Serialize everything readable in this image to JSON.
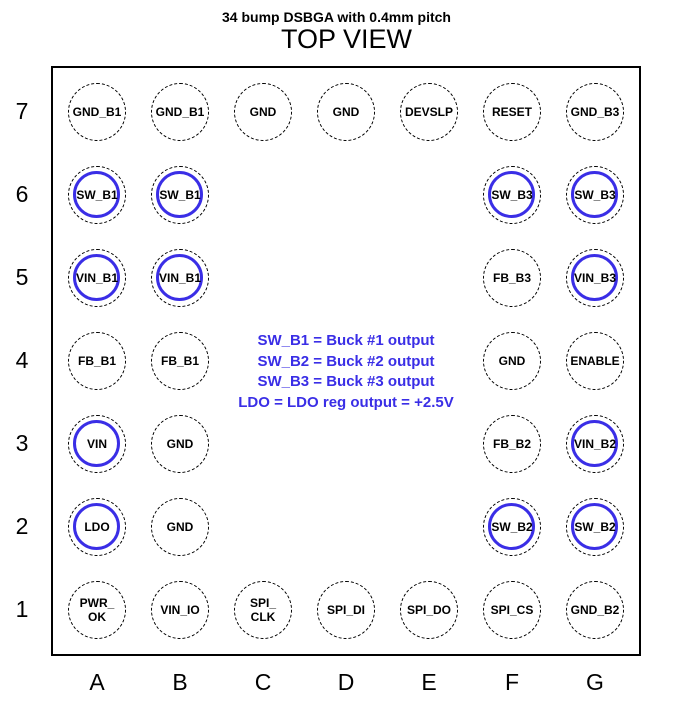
{
  "subtitle": "34 bump DSBGA with 0.4mm pitch",
  "title": "TOP VIEW",
  "colors": {
    "highlight": "#3a2ee6",
    "outline": "#000000"
  },
  "rows": [
    "7",
    "6",
    "5",
    "4",
    "3",
    "2",
    "1"
  ],
  "columns": [
    "A",
    "B",
    "C",
    "D",
    "E",
    "F",
    "G"
  ],
  "bumps": [
    {
      "row": "7",
      "col": "A",
      "label": "GND_B1",
      "highlight": false
    },
    {
      "row": "7",
      "col": "B",
      "label": "GND_B1",
      "highlight": false
    },
    {
      "row": "7",
      "col": "C",
      "label": "GND",
      "highlight": false
    },
    {
      "row": "7",
      "col": "D",
      "label": "GND",
      "highlight": false
    },
    {
      "row": "7",
      "col": "E",
      "label": "DEVSLP",
      "highlight": false
    },
    {
      "row": "7",
      "col": "F",
      "label": "RESET",
      "highlight": false
    },
    {
      "row": "7",
      "col": "G",
      "label": "GND_B3",
      "highlight": false
    },
    {
      "row": "6",
      "col": "A",
      "label": "SW_B1",
      "highlight": true
    },
    {
      "row": "6",
      "col": "B",
      "label": "SW_B1",
      "highlight": true
    },
    {
      "row": "6",
      "col": "F",
      "label": "SW_B3",
      "highlight": true
    },
    {
      "row": "6",
      "col": "G",
      "label": "SW_B3",
      "highlight": true
    },
    {
      "row": "5",
      "col": "A",
      "label": "VIN_B1",
      "highlight": true
    },
    {
      "row": "5",
      "col": "B",
      "label": "VIN_B1",
      "highlight": true
    },
    {
      "row": "5",
      "col": "F",
      "label": "FB_B3",
      "highlight": false
    },
    {
      "row": "5",
      "col": "G",
      "label": "VIN_B3",
      "highlight": true
    },
    {
      "row": "4",
      "col": "A",
      "label": "FB_B1",
      "highlight": false
    },
    {
      "row": "4",
      "col": "B",
      "label": "FB_B1",
      "highlight": false
    },
    {
      "row": "4",
      "col": "F",
      "label": "GND",
      "highlight": false
    },
    {
      "row": "4",
      "col": "G",
      "label": "ENABLE",
      "highlight": false
    },
    {
      "row": "3",
      "col": "A",
      "label": "VIN",
      "highlight": true
    },
    {
      "row": "3",
      "col": "B",
      "label": "GND",
      "highlight": false
    },
    {
      "row": "3",
      "col": "F",
      "label": "FB_B2",
      "highlight": false
    },
    {
      "row": "3",
      "col": "G",
      "label": "VIN_B2",
      "highlight": true
    },
    {
      "row": "2",
      "col": "A",
      "label": "LDO",
      "highlight": true
    },
    {
      "row": "2",
      "col": "B",
      "label": "GND",
      "highlight": false
    },
    {
      "row": "2",
      "col": "F",
      "label": "SW_B2",
      "highlight": true
    },
    {
      "row": "2",
      "col": "G",
      "label": "SW_B2",
      "highlight": true
    },
    {
      "row": "1",
      "col": "A",
      "label": "PWR_\nOK",
      "highlight": false
    },
    {
      "row": "1",
      "col": "B",
      "label": "VIN_IO",
      "highlight": false
    },
    {
      "row": "1",
      "col": "C",
      "label": "SPI_\nCLK",
      "highlight": false
    },
    {
      "row": "1",
      "col": "D",
      "label": "SPI_DI",
      "highlight": false
    },
    {
      "row": "1",
      "col": "E",
      "label": "SPI_DO",
      "highlight": false
    },
    {
      "row": "1",
      "col": "F",
      "label": "SPI_CS",
      "highlight": false
    },
    {
      "row": "1",
      "col": "G",
      "label": "GND_B2",
      "highlight": false
    }
  ],
  "legend": [
    "SW_B1 = Buck #1 output",
    "SW_B2 = Buck #2 output",
    "SW_B3 = Buck #3 output",
    "LDO = LDO reg output = +2.5V"
  ]
}
